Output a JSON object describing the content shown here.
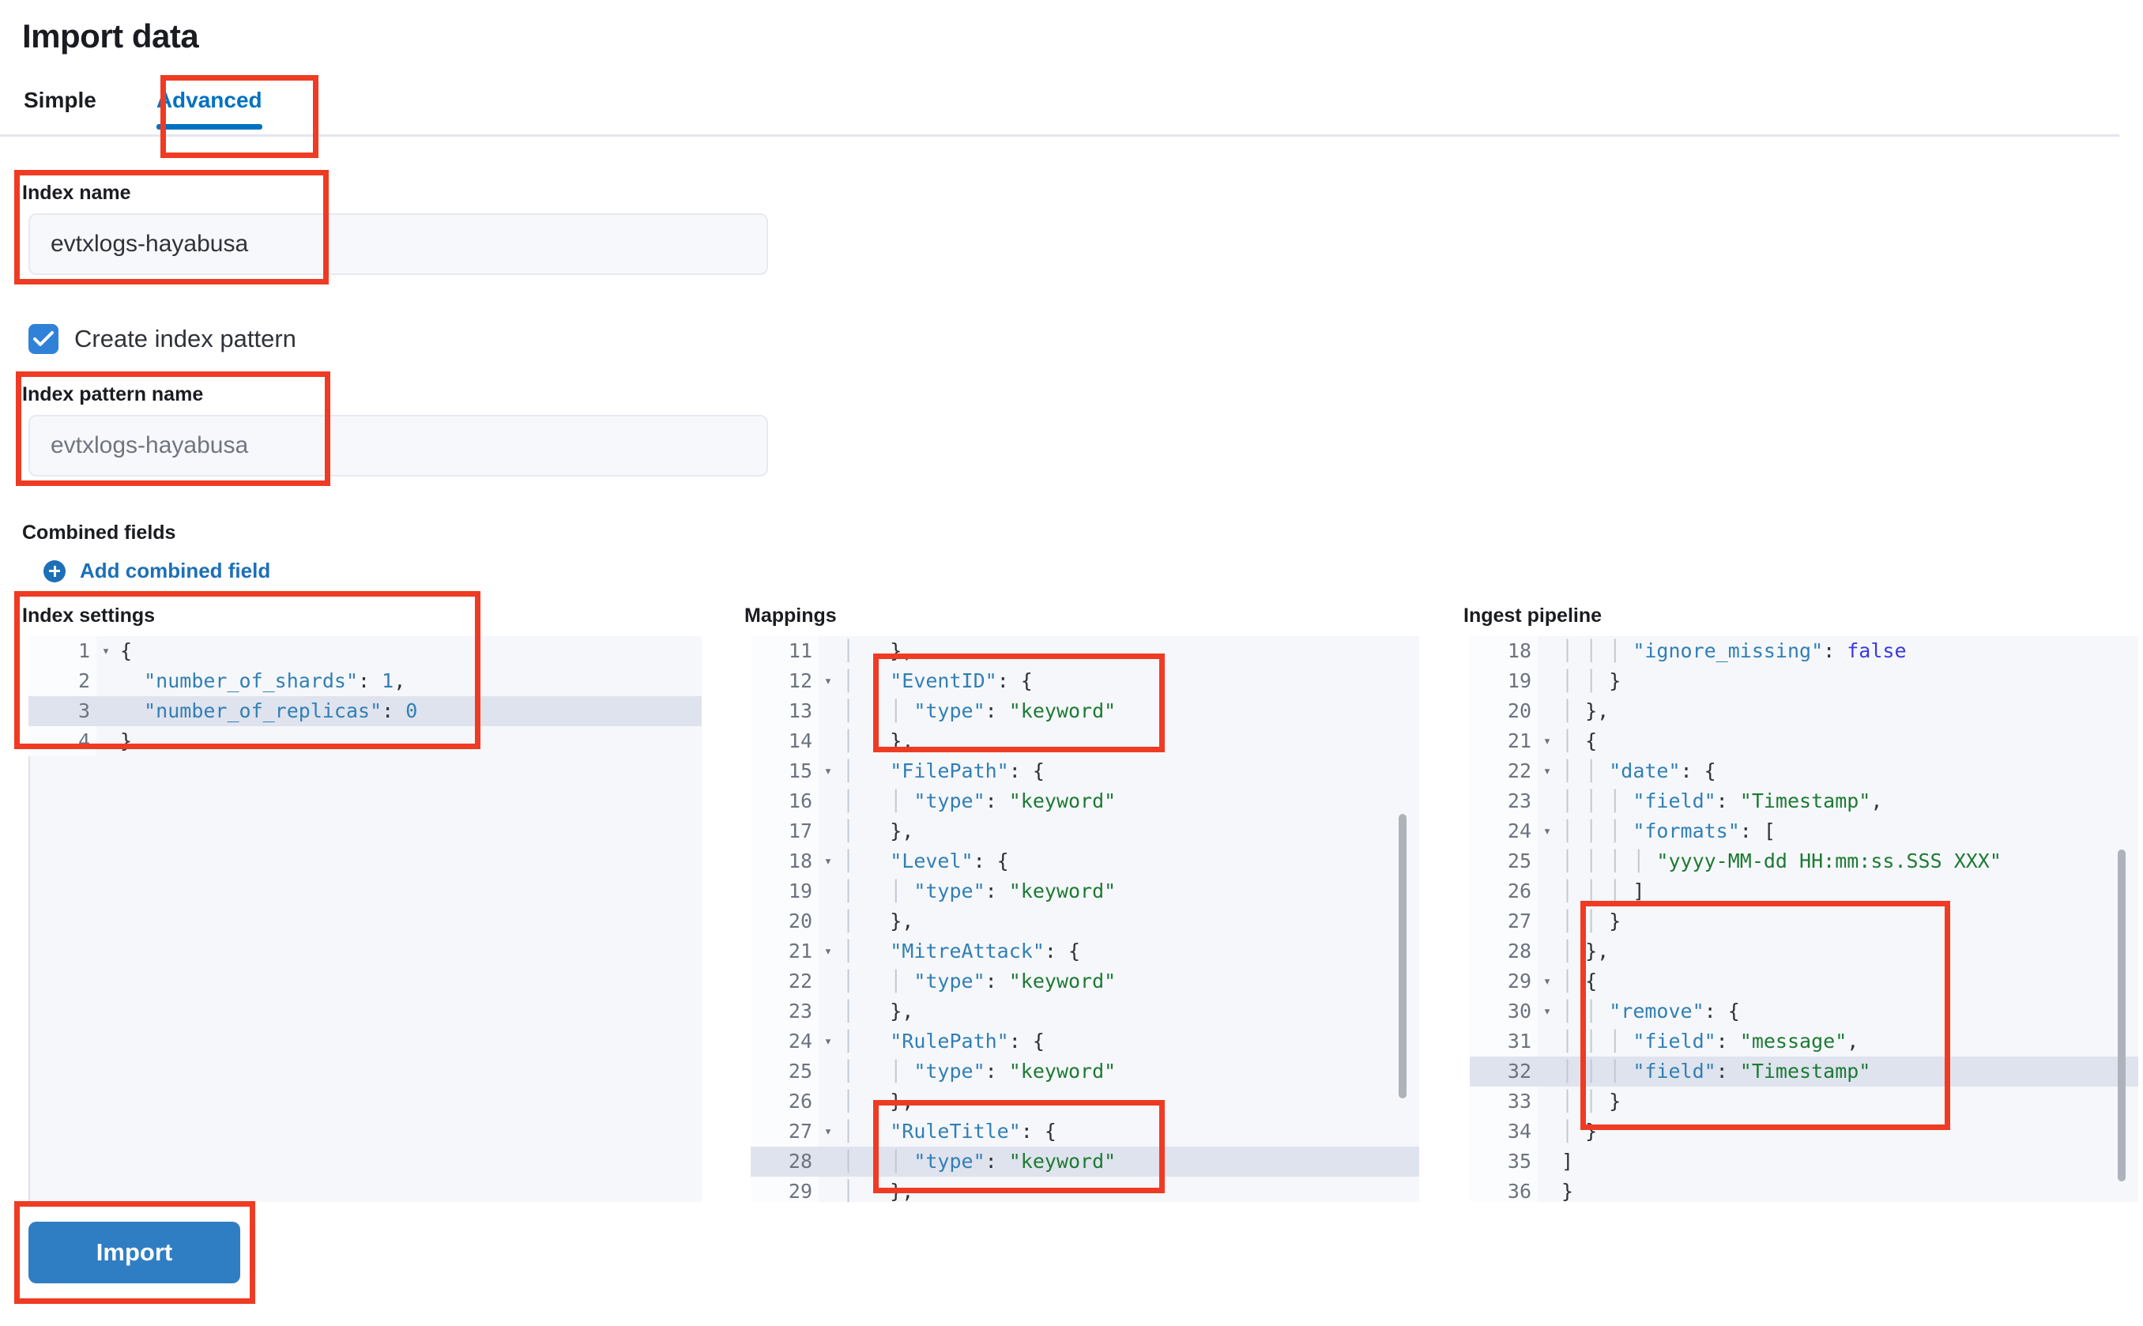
{
  "header": {
    "title": "Import data"
  },
  "tabs": [
    {
      "label": "Simple",
      "active": false
    },
    {
      "label": "Advanced",
      "active": true
    }
  ],
  "form": {
    "index_name_label": "Index name",
    "index_name_value": "evtxlogs-hayabusa",
    "create_index_pattern_label": "Create index pattern",
    "create_index_pattern_checked": true,
    "index_pattern_name_label": "Index pattern name",
    "index_pattern_name_placeholder": "evtxlogs-hayabusa",
    "combined_fields_label": "Combined fields",
    "add_combined_field_label": "Add combined field"
  },
  "editors": {
    "index_settings": {
      "title": "Index settings",
      "lines": [
        {
          "no": "1",
          "fold": "▾",
          "hl": false,
          "tokens": [
            {
              "t": "{",
              "c": "p"
            }
          ]
        },
        {
          "no": "2",
          "fold": "",
          "hl": false,
          "tokens": [
            {
              "t": "  ",
              "c": "p"
            },
            {
              "t": "\"number_of_shards\"",
              "c": "k"
            },
            {
              "t": ": ",
              "c": "p"
            },
            {
              "t": "1",
              "c": "n"
            },
            {
              "t": ",",
              "c": "p"
            }
          ]
        },
        {
          "no": "3",
          "fold": "",
          "hl": true,
          "tokens": [
            {
              "t": "  ",
              "c": "p"
            },
            {
              "t": "\"number_of_replicas\"",
              "c": "k"
            },
            {
              "t": ": ",
              "c": "p"
            },
            {
              "t": "0",
              "c": "n"
            }
          ]
        },
        {
          "no": "4",
          "fold": "",
          "hl": false,
          "tokens": [
            {
              "t": "}",
              "c": "p"
            }
          ]
        }
      ]
    },
    "mappings": {
      "title": "Mappings",
      "lines": [
        {
          "no": "11",
          "fold": "",
          "hl": false,
          "tokens": [
            {
              "t": "│ ",
              "c": "guide"
            },
            {
              "t": "  },",
              "c": "p"
            }
          ]
        },
        {
          "no": "12",
          "fold": "▾",
          "hl": false,
          "tokens": [
            {
              "t": "│ ",
              "c": "guide"
            },
            {
              "t": "  ",
              "c": "p"
            },
            {
              "t": "\"EventID\"",
              "c": "k"
            },
            {
              "t": ": {",
              "c": "p"
            }
          ]
        },
        {
          "no": "13",
          "fold": "",
          "hl": false,
          "tokens": [
            {
              "t": "│ ",
              "c": "guide"
            },
            {
              "t": "  │ ",
              "c": "guide"
            },
            {
              "t": "\"type\"",
              "c": "k"
            },
            {
              "t": ": ",
              "c": "p"
            },
            {
              "t": "\"keyword\"",
              "c": "s"
            }
          ]
        },
        {
          "no": "14",
          "fold": "",
          "hl": false,
          "tokens": [
            {
              "t": "│ ",
              "c": "guide"
            },
            {
              "t": "  },",
              "c": "p"
            }
          ]
        },
        {
          "no": "15",
          "fold": "▾",
          "hl": false,
          "tokens": [
            {
              "t": "│ ",
              "c": "guide"
            },
            {
              "t": "  ",
              "c": "p"
            },
            {
              "t": "\"FilePath\"",
              "c": "k"
            },
            {
              "t": ": {",
              "c": "p"
            }
          ]
        },
        {
          "no": "16",
          "fold": "",
          "hl": false,
          "tokens": [
            {
              "t": "│ ",
              "c": "guide"
            },
            {
              "t": "  │ ",
              "c": "guide"
            },
            {
              "t": "\"type\"",
              "c": "k"
            },
            {
              "t": ": ",
              "c": "p"
            },
            {
              "t": "\"keyword\"",
              "c": "s"
            }
          ]
        },
        {
          "no": "17",
          "fold": "",
          "hl": false,
          "tokens": [
            {
              "t": "│ ",
              "c": "guide"
            },
            {
              "t": "  },",
              "c": "p"
            }
          ]
        },
        {
          "no": "18",
          "fold": "▾",
          "hl": false,
          "tokens": [
            {
              "t": "│ ",
              "c": "guide"
            },
            {
              "t": "  ",
              "c": "p"
            },
            {
              "t": "\"Level\"",
              "c": "k"
            },
            {
              "t": ": {",
              "c": "p"
            }
          ]
        },
        {
          "no": "19",
          "fold": "",
          "hl": false,
          "tokens": [
            {
              "t": "│ ",
              "c": "guide"
            },
            {
              "t": "  │ ",
              "c": "guide"
            },
            {
              "t": "\"type\"",
              "c": "k"
            },
            {
              "t": ": ",
              "c": "p"
            },
            {
              "t": "\"keyword\"",
              "c": "s"
            }
          ]
        },
        {
          "no": "20",
          "fold": "",
          "hl": false,
          "tokens": [
            {
              "t": "│ ",
              "c": "guide"
            },
            {
              "t": "  },",
              "c": "p"
            }
          ]
        },
        {
          "no": "21",
          "fold": "▾",
          "hl": false,
          "tokens": [
            {
              "t": "│ ",
              "c": "guide"
            },
            {
              "t": "  ",
              "c": "p"
            },
            {
              "t": "\"MitreAttack\"",
              "c": "k"
            },
            {
              "t": ": {",
              "c": "p"
            }
          ]
        },
        {
          "no": "22",
          "fold": "",
          "hl": false,
          "tokens": [
            {
              "t": "│ ",
              "c": "guide"
            },
            {
              "t": "  │ ",
              "c": "guide"
            },
            {
              "t": "\"type\"",
              "c": "k"
            },
            {
              "t": ": ",
              "c": "p"
            },
            {
              "t": "\"keyword\"",
              "c": "s"
            }
          ]
        },
        {
          "no": "23",
          "fold": "",
          "hl": false,
          "tokens": [
            {
              "t": "│ ",
              "c": "guide"
            },
            {
              "t": "  },",
              "c": "p"
            }
          ]
        },
        {
          "no": "24",
          "fold": "▾",
          "hl": false,
          "tokens": [
            {
              "t": "│ ",
              "c": "guide"
            },
            {
              "t": "  ",
              "c": "p"
            },
            {
              "t": "\"RulePath\"",
              "c": "k"
            },
            {
              "t": ": {",
              "c": "p"
            }
          ]
        },
        {
          "no": "25",
          "fold": "",
          "hl": false,
          "tokens": [
            {
              "t": "│ ",
              "c": "guide"
            },
            {
              "t": "  │ ",
              "c": "guide"
            },
            {
              "t": "\"type\"",
              "c": "k"
            },
            {
              "t": ": ",
              "c": "p"
            },
            {
              "t": "\"keyword\"",
              "c": "s"
            }
          ]
        },
        {
          "no": "26",
          "fold": "",
          "hl": false,
          "tokens": [
            {
              "t": "│ ",
              "c": "guide"
            },
            {
              "t": "  },",
              "c": "p"
            }
          ]
        },
        {
          "no": "27",
          "fold": "▾",
          "hl": false,
          "tokens": [
            {
              "t": "│ ",
              "c": "guide"
            },
            {
              "t": "  ",
              "c": "p"
            },
            {
              "t": "\"RuleTitle\"",
              "c": "k"
            },
            {
              "t": ": {",
              "c": "p"
            }
          ]
        },
        {
          "no": "28",
          "fold": "",
          "hl": true,
          "tokens": [
            {
              "t": "│ ",
              "c": "guide"
            },
            {
              "t": "  │ ",
              "c": "guide"
            },
            {
              "t": "\"type\"",
              "c": "k"
            },
            {
              "t": ": ",
              "c": "p"
            },
            {
              "t": "\"keyword\"",
              "c": "s"
            }
          ]
        },
        {
          "no": "29",
          "fold": "",
          "hl": false,
          "tokens": [
            {
              "t": "│ ",
              "c": "guide"
            },
            {
              "t": "  },",
              "c": "p"
            }
          ]
        }
      ]
    },
    "ingest_pipeline": {
      "title": "Ingest pipeline",
      "lines": [
        {
          "no": "18",
          "fold": "",
          "hl": false,
          "tokens": [
            {
              "t": "│ │ │ ",
              "c": "guide"
            },
            {
              "t": "\"ignore_missing\"",
              "c": "k"
            },
            {
              "t": ": ",
              "c": "p"
            },
            {
              "t": "false",
              "c": "b"
            }
          ]
        },
        {
          "no": "19",
          "fold": "",
          "hl": false,
          "tokens": [
            {
              "t": "│ │ ",
              "c": "guide"
            },
            {
              "t": "}",
              "c": "p"
            }
          ]
        },
        {
          "no": "20",
          "fold": "",
          "hl": false,
          "tokens": [
            {
              "t": "│ ",
              "c": "guide"
            },
            {
              "t": "},",
              "c": "p"
            }
          ]
        },
        {
          "no": "21",
          "fold": "▾",
          "hl": false,
          "tokens": [
            {
              "t": "│ ",
              "c": "guide"
            },
            {
              "t": "{",
              "c": "p"
            }
          ]
        },
        {
          "no": "22",
          "fold": "▾",
          "hl": false,
          "tokens": [
            {
              "t": "│ │ ",
              "c": "guide"
            },
            {
              "t": "\"date\"",
              "c": "k"
            },
            {
              "t": ": {",
              "c": "p"
            }
          ]
        },
        {
          "no": "23",
          "fold": "",
          "hl": false,
          "tokens": [
            {
              "t": "│ │ │ ",
              "c": "guide"
            },
            {
              "t": "\"field\"",
              "c": "k"
            },
            {
              "t": ": ",
              "c": "p"
            },
            {
              "t": "\"Timestamp\"",
              "c": "s"
            },
            {
              "t": ",",
              "c": "p"
            }
          ]
        },
        {
          "no": "24",
          "fold": "▾",
          "hl": false,
          "tokens": [
            {
              "t": "│ │ │ ",
              "c": "guide"
            },
            {
              "t": "\"formats\"",
              "c": "k"
            },
            {
              "t": ": [",
              "c": "p"
            }
          ]
        },
        {
          "no": "25",
          "fold": "",
          "hl": false,
          "tokens": [
            {
              "t": "│ │ │ │ ",
              "c": "guide"
            },
            {
              "t": "\"yyyy-MM-dd HH:mm:ss.SSS XXX\"",
              "c": "s"
            }
          ]
        },
        {
          "no": "26",
          "fold": "",
          "hl": false,
          "tokens": [
            {
              "t": "│ │ │ ",
              "c": "guide"
            },
            {
              "t": "]",
              "c": "p"
            }
          ]
        },
        {
          "no": "27",
          "fold": "",
          "hl": false,
          "tokens": [
            {
              "t": "│ │ ",
              "c": "guide"
            },
            {
              "t": "}",
              "c": "p"
            }
          ]
        },
        {
          "no": "28",
          "fold": "",
          "hl": false,
          "tokens": [
            {
              "t": "│ ",
              "c": "guide"
            },
            {
              "t": "},",
              "c": "p"
            }
          ]
        },
        {
          "no": "29",
          "fold": "▾",
          "hl": false,
          "tokens": [
            {
              "t": "│ ",
              "c": "guide"
            },
            {
              "t": "{",
              "c": "p"
            }
          ]
        },
        {
          "no": "30",
          "fold": "▾",
          "hl": false,
          "tokens": [
            {
              "t": "│ │ ",
              "c": "guide"
            },
            {
              "t": "\"remove\"",
              "c": "k"
            },
            {
              "t": ": {",
              "c": "p"
            }
          ]
        },
        {
          "no": "31",
          "fold": "",
          "hl": false,
          "tokens": [
            {
              "t": "│ │ │ ",
              "c": "guide"
            },
            {
              "t": "\"field\"",
              "c": "k"
            },
            {
              "t": ": ",
              "c": "p"
            },
            {
              "t": "\"message\"",
              "c": "s"
            },
            {
              "t": ",",
              "c": "p"
            }
          ]
        },
        {
          "no": "32",
          "fold": "",
          "hl": true,
          "tokens": [
            {
              "t": "│ │ │ ",
              "c": "guide"
            },
            {
              "t": "\"field\"",
              "c": "k"
            },
            {
              "t": ": ",
              "c": "p"
            },
            {
              "t": "\"Timestamp\"",
              "c": "s"
            }
          ]
        },
        {
          "no": "33",
          "fold": "",
          "hl": false,
          "tokens": [
            {
              "t": "│ │ ",
              "c": "guide"
            },
            {
              "t": "}",
              "c": "p"
            }
          ]
        },
        {
          "no": "34",
          "fold": "",
          "hl": false,
          "tokens": [
            {
              "t": "│ ",
              "c": "guide"
            },
            {
              "t": "}",
              "c": "p"
            }
          ]
        },
        {
          "no": "35",
          "fold": "",
          "hl": false,
          "tokens": [
            {
              "t": "]",
              "c": "p"
            }
          ]
        },
        {
          "no": "36",
          "fold": "",
          "hl": false,
          "tokens": [
            {
              "t": "}",
              "c": "p"
            }
          ]
        }
      ]
    }
  },
  "footer": {
    "import_label": "Import"
  },
  "annotation_color": "#ef3b24"
}
